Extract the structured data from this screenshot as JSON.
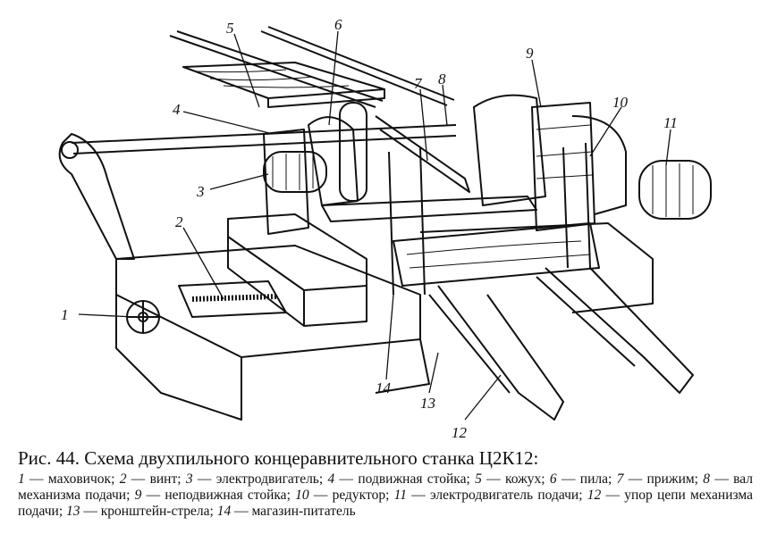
{
  "figure": {
    "callouts": [
      "1",
      "2",
      "3",
      "4",
      "5",
      "6",
      "7",
      "8",
      "9",
      "10",
      "11",
      "12",
      "13",
      "14"
    ]
  },
  "caption": {
    "title": "Рис. 44. Схема двухпильного концеравнительного станка Ц2К12:",
    "legend": [
      {
        "num": "1",
        "text": "маховичок"
      },
      {
        "num": "2",
        "text": "винт"
      },
      {
        "num": "3",
        "text": "электродвигатель"
      },
      {
        "num": "4",
        "text": "подвижная стойка"
      },
      {
        "num": "5",
        "text": "кожух"
      },
      {
        "num": "6",
        "text": "пила"
      },
      {
        "num": "7",
        "text": "прижим"
      },
      {
        "num": "8",
        "text": "вал механизма подачи"
      },
      {
        "num": "9",
        "text": "неподвижная стойка"
      },
      {
        "num": "10",
        "text": "редуктор"
      },
      {
        "num": "11",
        "text": "электродвигатель подачи"
      },
      {
        "num": "12",
        "text": "упор цепи механизма подачи"
      },
      {
        "num": "13",
        "text": "кронштейн-стрела"
      },
      {
        "num": "14",
        "text": "магазин-питатель"
      }
    ]
  }
}
